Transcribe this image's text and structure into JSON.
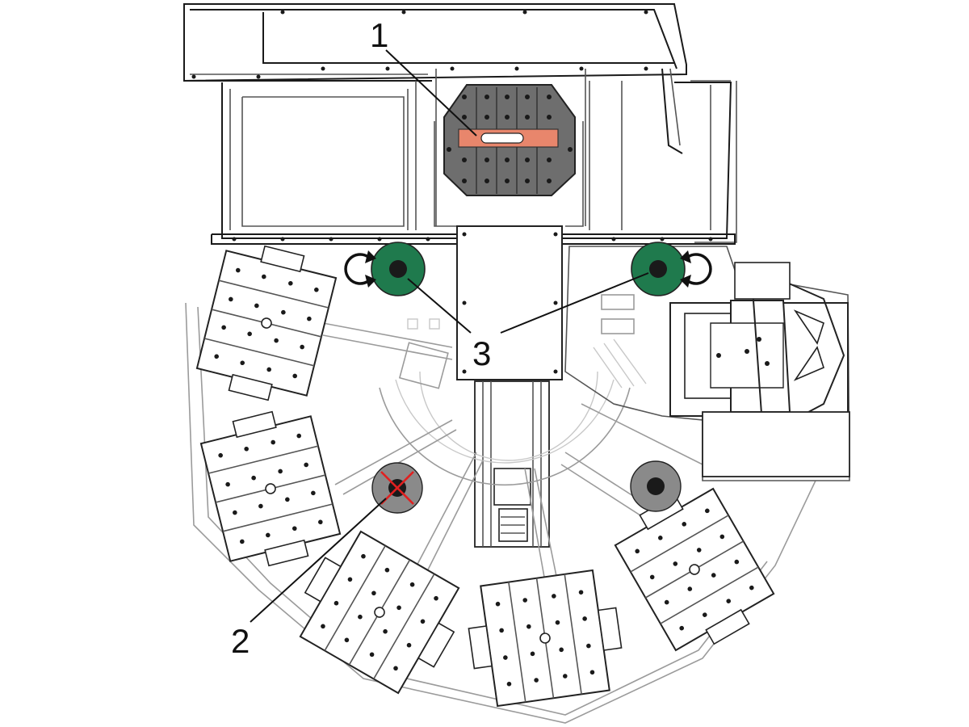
{
  "callouts": [
    {
      "id": "1",
      "label": "1"
    },
    {
      "id": "2",
      "label": "2"
    },
    {
      "id": "3",
      "label": "3"
    }
  ],
  "colors": {
    "pallet_active": "#6e6e6e",
    "pallet_highlight": "#e8866c",
    "station_green": "#1f7a4d",
    "station_inactive": "#8a8a8a",
    "station_disabled_mark": "#e02020",
    "plate_outline": "#222222",
    "frame_light": "#9b9b9b"
  },
  "icons": {
    "rotate_left": "rotate-ccw-arrow-icon",
    "rotate_right": "rotate-cw-arrow-icon",
    "disabled_station": "red-x-cross-icon"
  }
}
